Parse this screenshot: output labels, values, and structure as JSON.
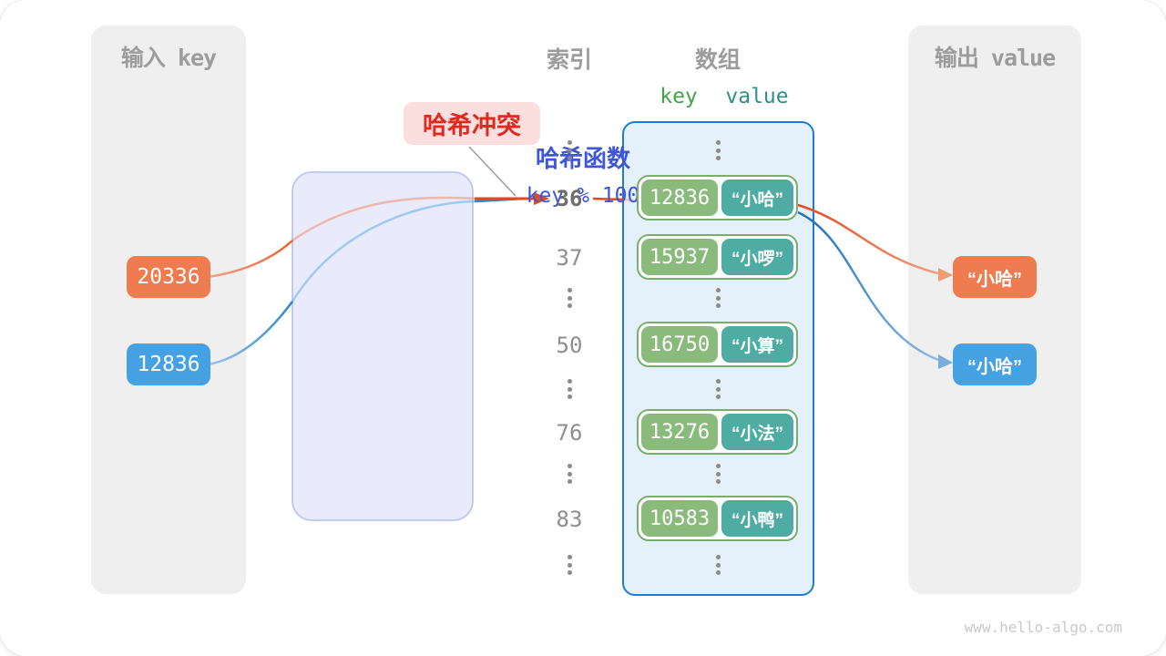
{
  "page": {
    "watermark": "www.hello-algo.com"
  },
  "colors": {
    "orange": "#EF7B51",
    "blue": "#46A1E2",
    "deep_orange": "#E2491D",
    "deep_blue": "#1F78C8",
    "key_green": "#8ABA7C",
    "value_teal": "#4FACA3",
    "pair_border": "#79AF6B",
    "array_bg": "#E4F1FB",
    "array_border": "#1E7CD6",
    "hash_bg": "#E9EBFA",
    "hash_border": "#C2CBF0",
    "hash_text": "#3D56DB",
    "collision_bg": "#FBDEDE",
    "collision_text": "#E02A1F",
    "panel_bg": "#EFEFEF",
    "title_gray": "#9C9C9C"
  },
  "input_panel": {
    "title": "输入 key",
    "keys": [
      "20336",
      "12836"
    ]
  },
  "hash_box": {
    "title": "哈希函数",
    "formula": "key % 100"
  },
  "collision_label": {
    "text": "哈希冲突"
  },
  "index_column": {
    "title": "索引",
    "highlighted": "36",
    "items": [
      "36",
      "37",
      "50",
      "76",
      "83"
    ]
  },
  "array_panel": {
    "title": "数组",
    "key_header": "key",
    "value_header": "value",
    "rows": [
      {
        "key": "12836",
        "value": "“小哈”"
      },
      {
        "key": "15937",
        "value": "“小啰”"
      },
      {
        "key": "16750",
        "value": "“小算”"
      },
      {
        "key": "13276",
        "value": "“小法”"
      },
      {
        "key": "10583",
        "value": "“小鸭”"
      }
    ]
  },
  "output_panel": {
    "title": "输出 value",
    "values": [
      "“小哈”",
      "“小哈”"
    ]
  }
}
